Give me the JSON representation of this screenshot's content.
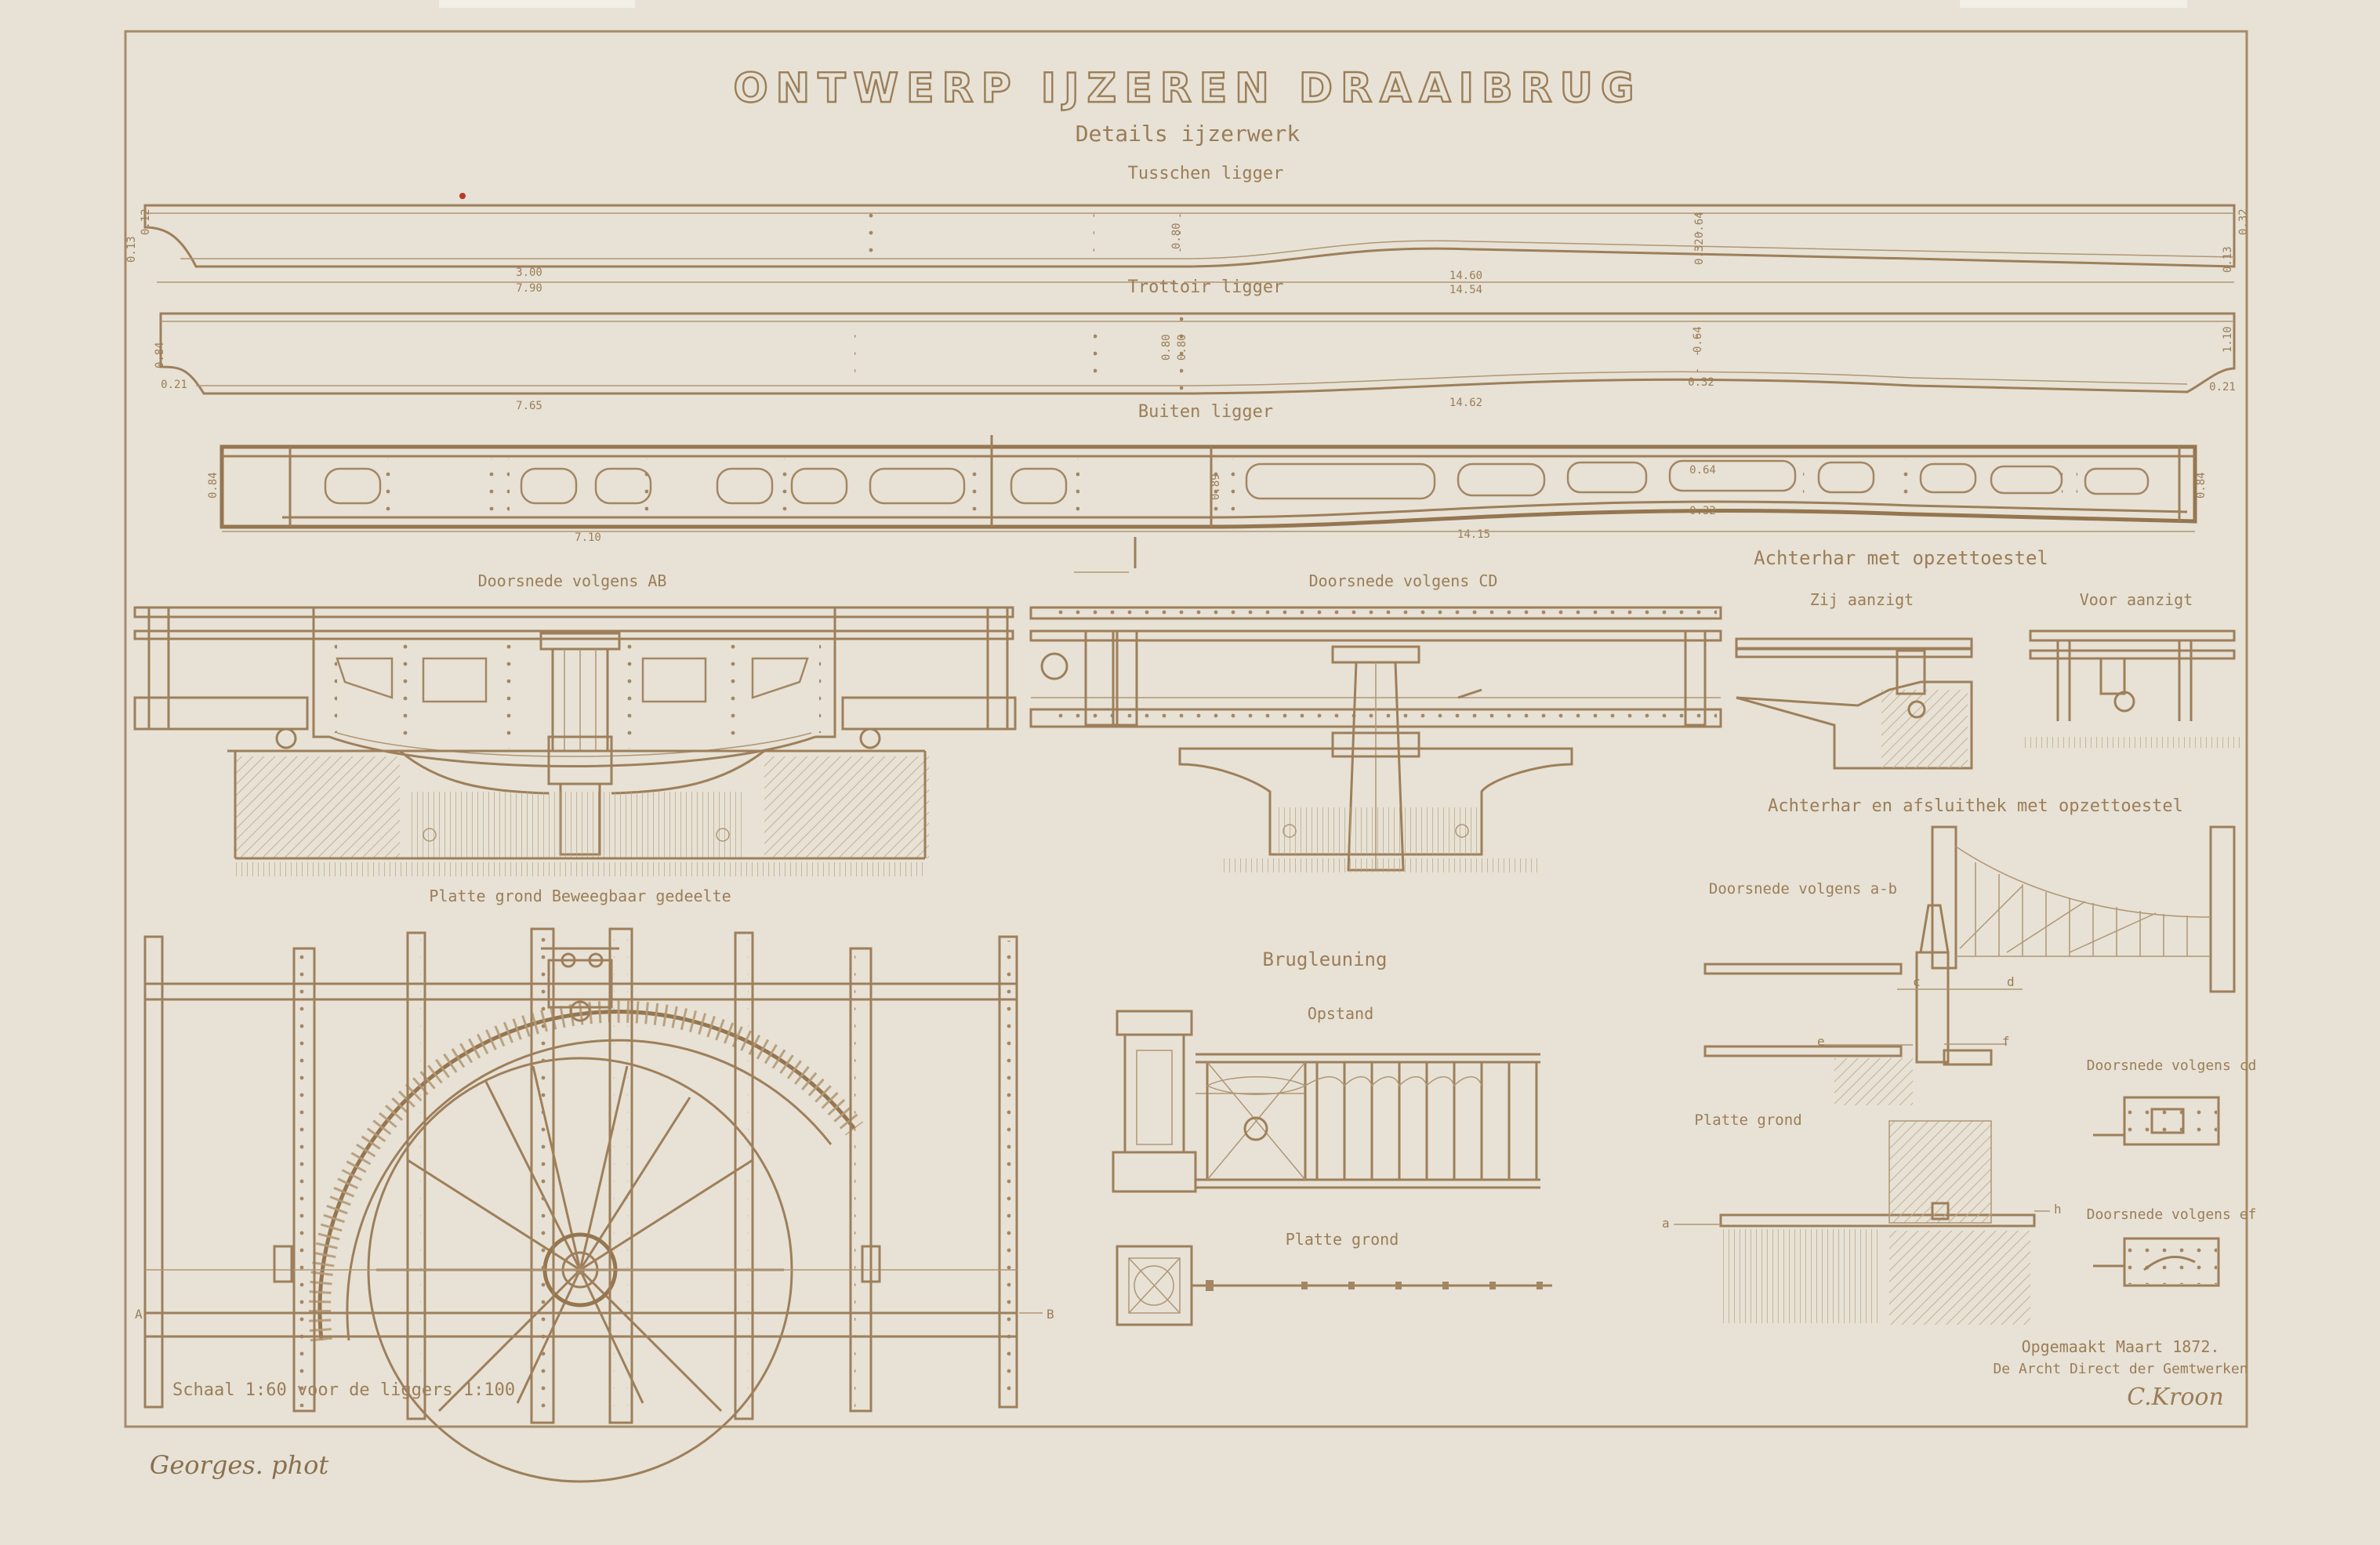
{
  "title": "ONTWERP IJZEREN DRAAIBRUG",
  "subtitle": "Details ijzerwerk",
  "girders": {
    "tusschen": {
      "label": "Tusschen ligger",
      "dims": [
        "0.13",
        "0.12",
        "3.00",
        "7.90",
        "0.80",
        "14.60",
        "14.54",
        "0.64",
        "0.32",
        "0.13",
        "0.32"
      ]
    },
    "trottoir": {
      "label": "Trottoir ligger",
      "dims": [
        "0.84",
        "0.21",
        "7.65",
        "0.80",
        "0.80",
        "14.62",
        "0.64",
        "0.32",
        "1.10",
        "0.21"
      ]
    },
    "buiten": {
      "label": "Buiten ligger",
      "dims": [
        "0.84",
        "7.10",
        "0.89",
        "0.64",
        "14.15",
        "0.32",
        "0.84"
      ]
    }
  },
  "sections": {
    "ab": "Doorsnede volgens AB",
    "cd": "Doorsnede volgens CD",
    "plan_moving": "Platte grond Beweegbaar gedeelte",
    "scale": "Schaal 1:60 voor de liggers 1:100",
    "plan_A": "A",
    "plan_B": "B"
  },
  "achterhar": {
    "title": "Achterhar met opzettoestel",
    "side": "Zij aanzigt",
    "front": "Voor aanzigt"
  },
  "achterhar2": {
    "title": "Achterhar en afsluithek met opzettoestel",
    "section_ab": "Doorsnede volgens a-b",
    "plan": "Platte grond",
    "section_cd": "Doorsnede volgens cd",
    "section_ef": "Doorsnede volgens ef",
    "letters": [
      "c",
      "d",
      "e",
      "f",
      "a",
      "h"
    ]
  },
  "leuning": {
    "title": "Brugleuning",
    "opstand": "Opstand",
    "plan": "Platte grond"
  },
  "footer": {
    "made": "Opgemaakt Maart 1872.",
    "dept": "De Archt Direct der Gemtwerken",
    "signature": "C.Kroon",
    "photographer": "Georges. phot"
  },
  "colors": {
    "paper": "#e7e2d5",
    "ink": "#9b7d58"
  }
}
